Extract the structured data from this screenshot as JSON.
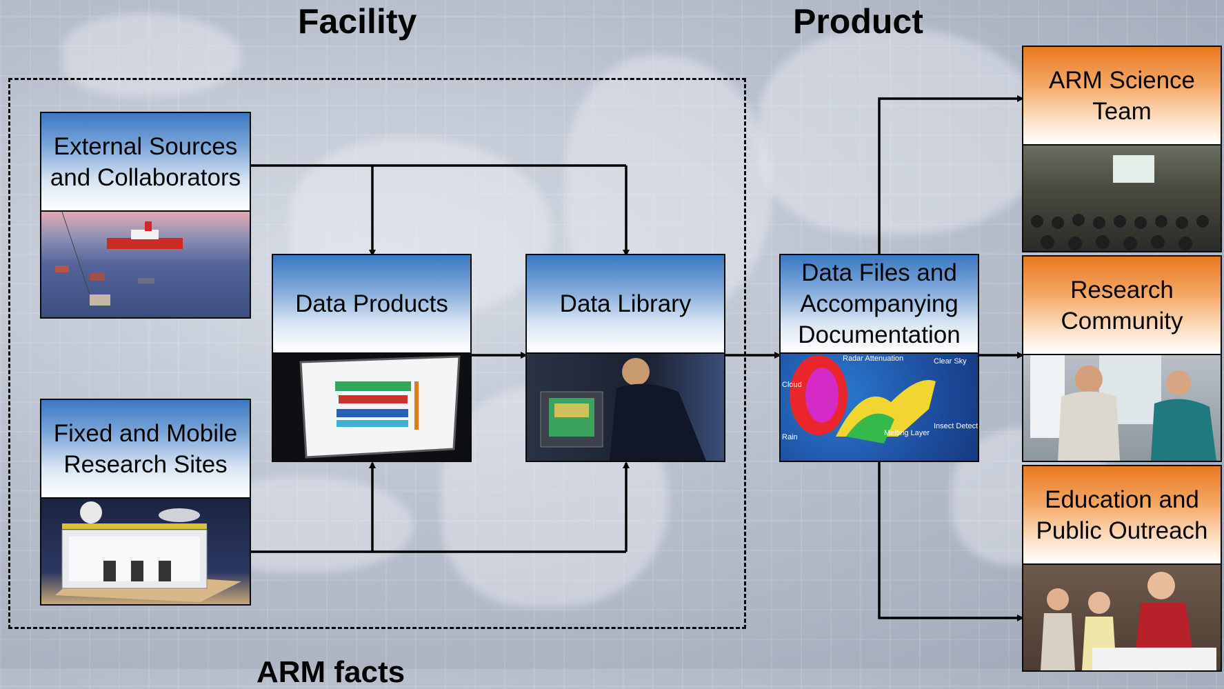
{
  "headings": {
    "facility": "Facility",
    "product": "Product"
  },
  "nodes": {
    "external": "External Sources and Collaborators",
    "fixed": "Fixed and Mobile Research Sites",
    "data_products": "Data Products",
    "data_library": "Data Library",
    "data_files": "Data Files and Accompanying Documentation",
    "science_team": "ARM Science Team",
    "research": "Research Community",
    "education": "Education and Public Outreach"
  },
  "radar_labels": {
    "radar": "Radar Attenuation",
    "clear": "Clear Sky",
    "cloud": "Cloud",
    "rain": "Rain",
    "melting": "Melting Layer",
    "insect": "Insect Detection"
  },
  "cut_off_text": "ARM facts",
  "colors": {
    "blue_header": "#3a78c2",
    "orange_header": "#e9781e",
    "line": "#000000"
  }
}
